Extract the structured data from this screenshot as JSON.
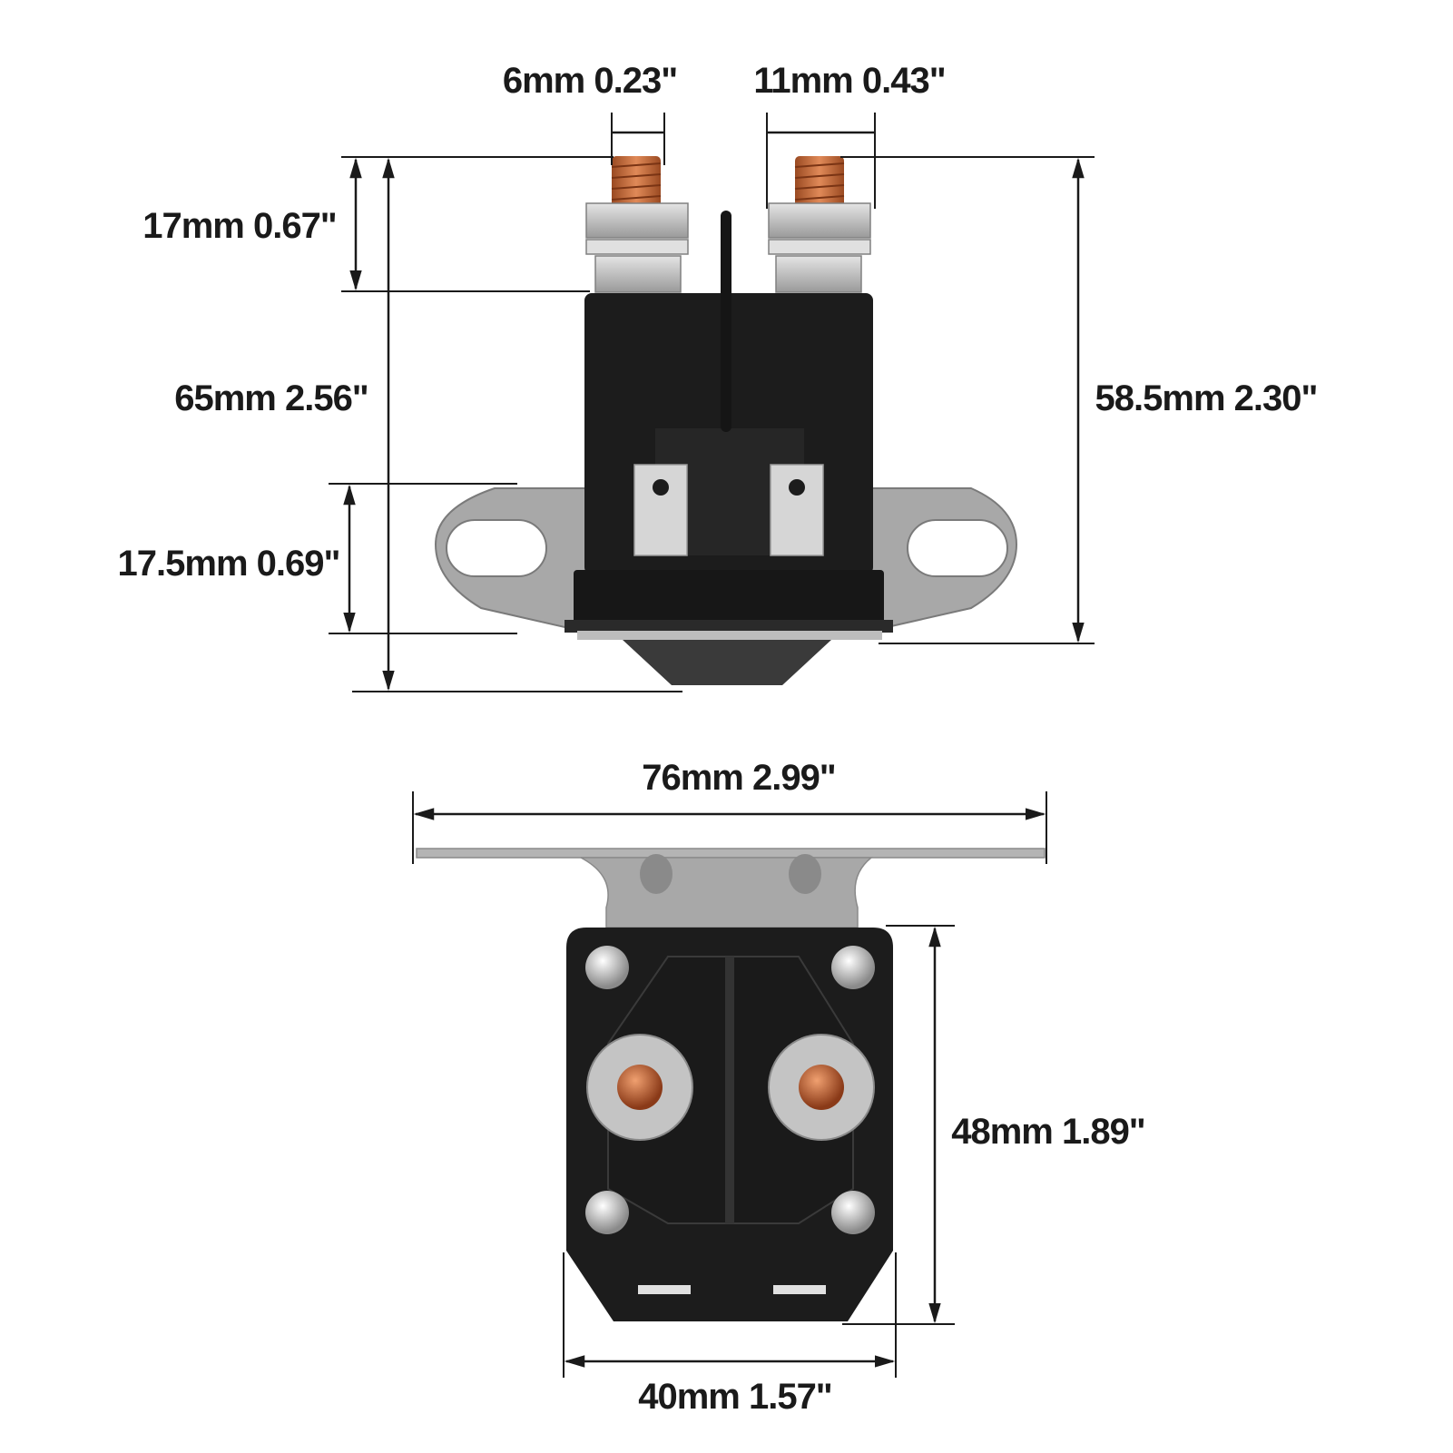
{
  "figure": {
    "top_view": {
      "dimensions": {
        "stud_diameter": "6mm 0.23\"",
        "nut_width": "11mm 0.43\"",
        "stud_height": "17mm 0.67\"",
        "total_height": "65mm 2.56\"",
        "body_height": "58.5mm 2.30\"",
        "flange_height": "17.5mm 0.69\""
      }
    },
    "bottom_view": {
      "dimensions": {
        "overall_width": "76mm 2.99\"",
        "body_depth": "48mm 1.89\"",
        "body_width": "40mm 1.57\""
      }
    },
    "colors": {
      "body": "#1c1c1c",
      "bracket": "#a8a8a8",
      "copper": "#c8683a",
      "nut": "#c8c8c8",
      "line": "#1a1a1a"
    }
  }
}
